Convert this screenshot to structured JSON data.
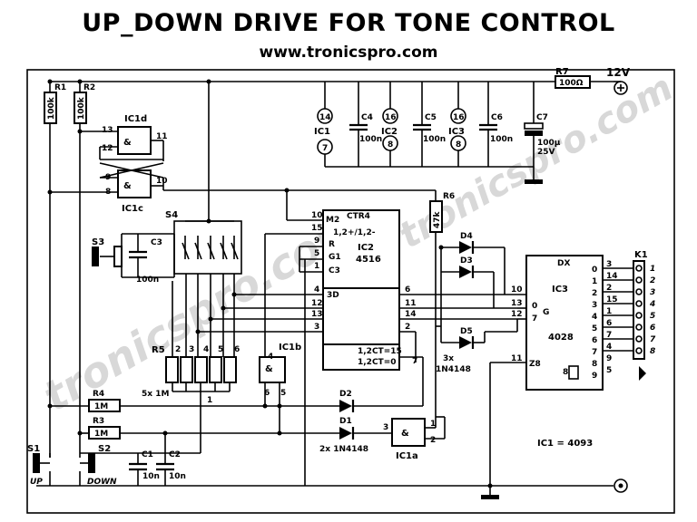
{
  "title": "UP_DOWN DRIVE FOR TONE CONTROL",
  "website": "www.tronicspro.com",
  "watermark": "tronicspro.com",
  "power": {
    "r7": "R7",
    "r7_value": "100Ω",
    "supply": "12V"
  },
  "resistors": {
    "r1": "R1",
    "r1_value": "100k",
    "r2": "R2",
    "r2_value": "100k",
    "r3": "R3",
    "r3_value": "1M",
    "r4": "R4",
    "r4_value": "1M",
    "r5": "R5",
    "r5_value": "5x 1M",
    "r6": "R6",
    "r6_value": "47k"
  },
  "decoupling": {
    "ic1": {
      "pin_top": "14",
      "label": "IC1",
      "pin_bottom": "7"
    },
    "ic2": {
      "pin_top": "16",
      "label": "IC2",
      "pin_bottom": "8"
    },
    "ic3": {
      "pin_top": "16",
      "label": "IC3",
      "pin_bottom": "8"
    },
    "c4": "C4",
    "c4_value": "100n",
    "c5": "C5",
    "c5_value": "100n",
    "c6": "C6",
    "c6_value": "100n",
    "c7": "C7",
    "c7_value": "100µ",
    "c7_voltage": "25V"
  },
  "ic1d": {
    "label": "IC1d",
    "symbol": "&",
    "pins": [
      "13",
      "12",
      "11"
    ]
  },
  "ic1c": {
    "label": "IC1c",
    "symbol": "&",
    "pins": [
      "9",
      "8",
      "10"
    ]
  },
  "ic1b": {
    "label": "IC1b",
    "symbol": "&",
    "pins": [
      "4",
      "6",
      "5"
    ]
  },
  "ic1a": {
    "label": "IC1a",
    "symbol": "&",
    "pins": [
      "3",
      "1",
      "2"
    ]
  },
  "switches": {
    "s3": "S3",
    "s4": "S4",
    "s1": "S1",
    "s1_label": "UP",
    "s2": "S2",
    "s2_label": "DOWN"
  },
  "caps": {
    "c3": "C3",
    "c3_value": "100n",
    "c1": "C1",
    "c1_value": "10n",
    "c2": "C2",
    "c2_value": "10n"
  },
  "ic2": {
    "ctr": "CTR4",
    "label": "IC2",
    "part": "4516",
    "in_pins": [
      "10",
      "15",
      "9",
      "5",
      "1",
      "4",
      "12",
      "13",
      "3"
    ],
    "in_labels": [
      "M2",
      "1,2+/1,2-",
      "R",
      "G1",
      "C3",
      "3D"
    ],
    "out_pins": [
      "6",
      "11",
      "14",
      "2",
      "7"
    ],
    "note1": "1,2CT=15",
    "note2": "1,2CT=0"
  },
  "ic3": {
    "dx": "DX",
    "label": "IC3",
    "part": "4028",
    "in_pins": [
      "10",
      "13",
      "12",
      "11"
    ],
    "g_label": "G",
    "g_frac_top": "0",
    "g_frac_bottom": "7",
    "z8": "Z8",
    "bottom_pin": "8",
    "out_pins": [
      "3",
      "14",
      "2",
      "15",
      "1",
      "6",
      "7",
      "4",
      "9",
      "5"
    ],
    "out_index": [
      "0",
      "1",
      "2",
      "3",
      "4",
      "5",
      "6",
      "7",
      "8",
      "9"
    ]
  },
  "diodes": {
    "d1": "D1",
    "d2": "D2",
    "d1d2_type": "2x  1N4148",
    "d3": "D3",
    "d4": "D4",
    "d5": "D5",
    "d3d5_count": "3x",
    "d3d5_type": "1N4148"
  },
  "s4_pins": [
    "2",
    "3",
    "4",
    "5",
    "6"
  ],
  "r5_pin": "1",
  "connector": {
    "label": "K1",
    "pins": [
      "1",
      "2",
      "3",
      "4",
      "5",
      "6",
      "7",
      "8"
    ]
  },
  "footnote": "IC1 = 4093"
}
